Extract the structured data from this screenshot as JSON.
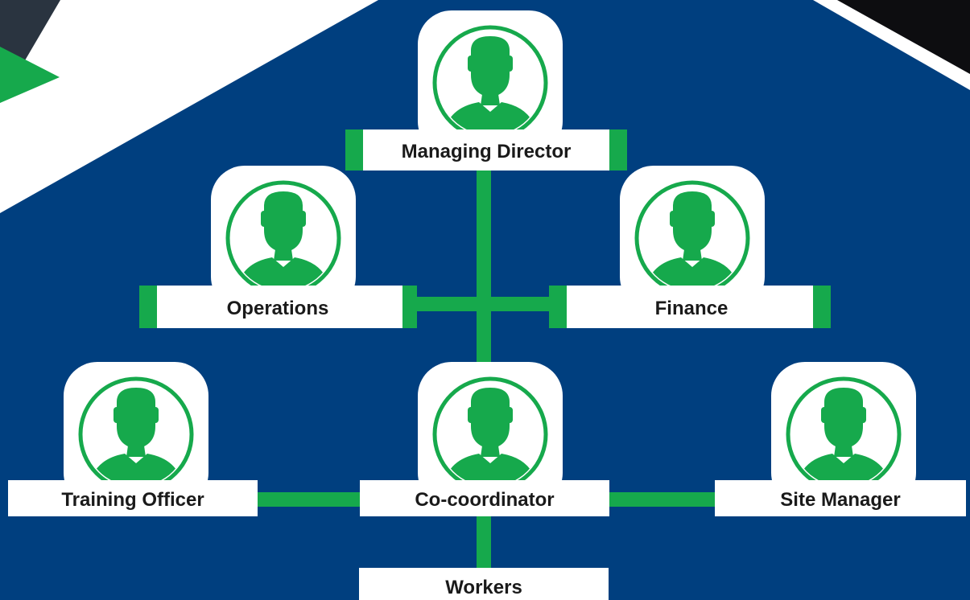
{
  "colors": {
    "background": "#003f7f",
    "accent_green": "#16a94c",
    "label_bg": "#ffffff",
    "label_text": "#1a1a1a"
  },
  "nodes": {
    "managing_director": "Managing Director",
    "operations": "Operations",
    "finance": "Finance",
    "training_officer": "Training Officer",
    "co_coordinator": "Co-coordinator",
    "site_manager": "Site Manager",
    "workers": "Workers"
  },
  "icons": {
    "person": "person-silhouette-icon"
  }
}
